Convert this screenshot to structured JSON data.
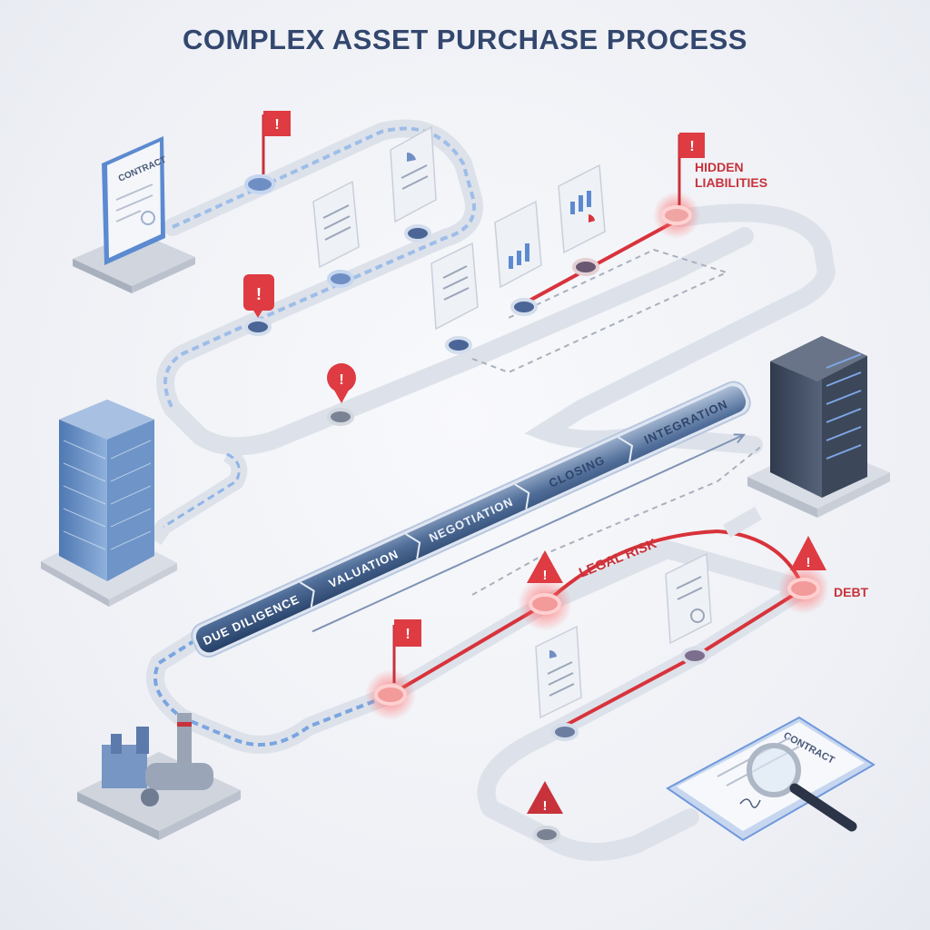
{
  "title": "COMPLEX ASSET PURCHASE PROCESS",
  "stages": [
    {
      "label": "DUE DILIGENCE"
    },
    {
      "label": "VALUATION"
    },
    {
      "label": "NEGOTIATION"
    },
    {
      "label": "CLOSING"
    },
    {
      "label": "INTEGRATION"
    }
  ],
  "documents": {
    "top_contract_label": "CONTRACT",
    "bottom_contract_label": "CONTRACT"
  },
  "risks": {
    "hidden_liabilities_line1": "HIDDEN",
    "hidden_liabilities_line2": "LIABILITIES",
    "legal_risk": "LEGAL RISK",
    "debt": "DEBT"
  },
  "colors": {
    "accent_blue": "#5b8fd6",
    "risk_red": "#d8333b",
    "path_gray": "#c9ced8",
    "stage_dark": "#2c4770",
    "stage_light": "#8fa5c7"
  },
  "assets": [
    "office-building-icon",
    "factory-icon",
    "server-rack-icon",
    "contract-document-icon",
    "magnifier-icon"
  ]
}
